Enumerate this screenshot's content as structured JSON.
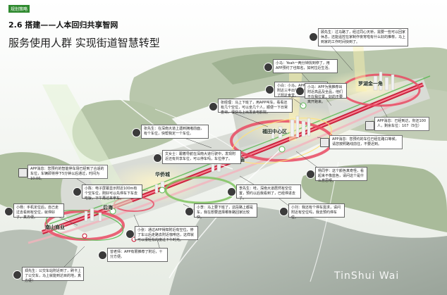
{
  "header": {
    "tag": "规划策略",
    "title": "2.6 搭建——人本回归共享智网",
    "subtitle": "服务使用人群 实现街道智慧转型"
  },
  "map_labels": {
    "luowu": "罗湖金一角",
    "futian": "福田中心区",
    "chegongmiao": "车公庙",
    "huaqiaocheng": "华侨城",
    "houhai": "后海",
    "nanshan": "南山商业",
    "tinshuiwai": "TinShui Wai"
  },
  "callouts": [
    {
      "id": "c1",
      "text": "顾先生：过马路了，经过同心天桥，需要一些可以回家休息，还能遥控在家制作夜宵啦有什么好的推荐，马上到家的工作时间快到了。"
    },
    {
      "id": "c2",
      "text": "小马：Yeah一两分钟找到停了，用APP预约了也知名，如何拉近生活。"
    },
    {
      "id": "c3",
      "text": "小白：小马，APP为我推荐出附近三丰出餐的运动馆，我到了附近食堂。"
    },
    {
      "id": "c4",
      "text": "小马：APP为我推荐出附近高品及全品，他们不在我位置，好的不要离开跑来。"
    },
    {
      "id": "c5",
      "text": "APP消息：已经到达，你还100人，剩余车位：107（5位）"
    },
    {
      "id": "c6",
      "text": "张经理：马上下班了，用APP叫车，看看还有几个空位，可以坐几个人，顺便一下日常查询，很快马上出发去电影院。"
    },
    {
      "id": "c7",
      "text": "张先生：在深南大道上遇到拥堵前面，有个车位，快帮我定一个车位。"
    },
    {
      "id": "c8",
      "text": "APP消息：您预约的车位已经在路口等候，请您按照路线前往，不要迟到。"
    },
    {
      "id": "c9",
      "text": "文女士：跟着导航在深南大道行驶中，发现附近还有共享车位，可以停车吗，车位停了。"
    },
    {
      "id": "c10",
      "text": "杨同学：这个颜色真奇怪，看起来不像蓝色，请问这个是什么意思呀。"
    },
    {
      "id": "c11",
      "text": "APP消息：您预约的智能停车场已经到了合适的车位，车辆即将停下5分钟以后通过，时间为10:00。"
    },
    {
      "id": "c12",
      "text": "小陈：电子屏幕显示附近100m有个空车位，刚好可以先停车下车去吃饭，下午再过来拿车。"
    },
    {
      "id": "c13",
      "text": "李先生：哇，深南大道居然有空位置，预约以后我看到了，已经停进去了。"
    },
    {
      "id": "c14",
      "text": "小杨：手机定位后，自己走过去看到有空位，就停好了，真方便。"
    },
    {
      "id": "c15",
      "text": "小李：马上要下班了，这段路上都是车，我在想要选择哪条路回家比较快。"
    },
    {
      "id": "c16",
      "text": "小刘：我还有个停车需求，请问附近有空位吗，我去预约停车位。"
    },
    {
      "id": "c17",
      "text": "小张：通过APP得知附近有空位，停了车以后走路去附近咖啡店，这样就可以很轻松的度过下午时光。"
    },
    {
      "id": "c18",
      "text": "曾老师：APP有限推荐了附近，十分方便。"
    },
    {
      "id": "c19",
      "text": "郑先生：公交车站附近到了，刷卡上了公交车，马上就能到达目的地，真方便！"
    }
  ]
}
